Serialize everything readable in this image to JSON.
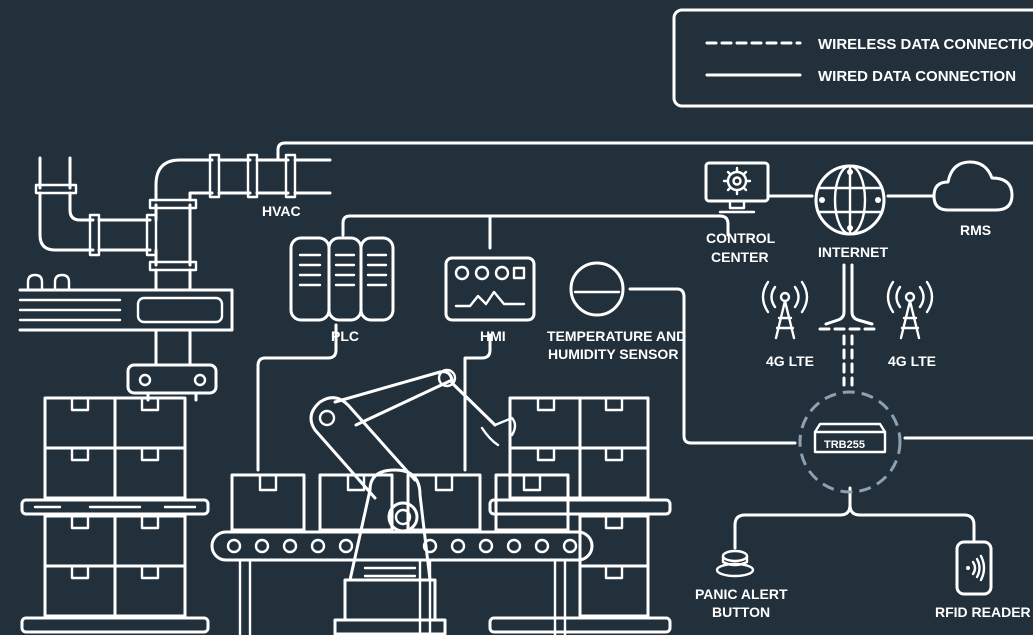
{
  "legend": {
    "wireless": "WIRELESS DATA CONNECTION",
    "wired": "WIRED DATA CONNECTION"
  },
  "labels": {
    "hvac": "HVAC",
    "plc": "PLC",
    "hmi": "HMI",
    "temp_sensor_line1": "TEMPERATURE AND",
    "temp_sensor_line2": "HUMIDITY SENSOR",
    "control_center_line1": "CONTROL",
    "control_center_line2": "CENTER",
    "internet": "INTERNET",
    "rms": "RMS",
    "lte_left": "4G LTE",
    "lte_right": "4G LTE",
    "router": "TRB255",
    "panic_line1": "PANIC ALERT",
    "panic_line2": "BUTTON",
    "rfid": "RFID READER"
  },
  "colors": {
    "background": "#22303c",
    "line": "#ffffff",
    "router_ring": "#8fa0b0"
  },
  "icons": [
    "pipe-icon",
    "plc-icon",
    "hmi-icon",
    "sensor-icon",
    "monitor-gear-icon",
    "globe-icon",
    "cloud-icon",
    "antenna-icon",
    "router-icon",
    "panic-button-icon",
    "rfid-reader-icon",
    "robot-arm-icon",
    "conveyor-icon",
    "box-stack-icon"
  ]
}
